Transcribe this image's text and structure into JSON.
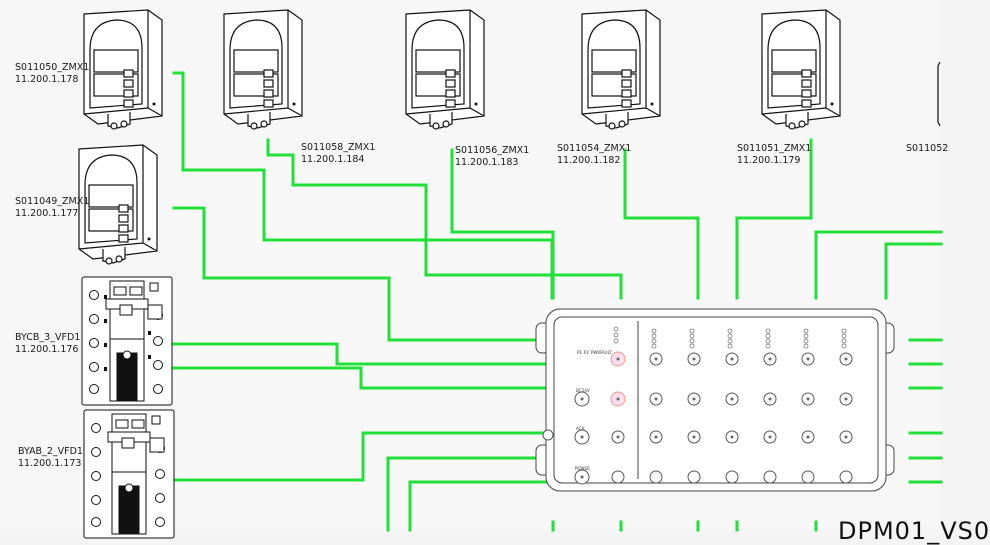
{
  "accent": "#22e03a",
  "devices": [
    {
      "name": "S011050_ZMX1",
      "ip": "11.200.1.178"
    },
    {
      "name": "S011058_ZMX1",
      "ip": "11.200.1.184"
    },
    {
      "name": "S011056_ZMX1",
      "ip": "11.200.1.183"
    },
    {
      "name": "S011054_ZMX1",
      "ip": "11.200.1.182"
    },
    {
      "name": "S011051_ZMX1",
      "ip": "11.200.1.179"
    },
    {
      "name": "S011052",
      "ip": ""
    },
    {
      "name": "S011049_ZMX1",
      "ip": "11.200.1.177"
    }
  ],
  "drives": [
    {
      "name": "BYCB_3_VFD1",
      "ip": "11.200.1.176"
    },
    {
      "name": "BYAB_2_VFD1",
      "ip": "11.200.1.173"
    }
  ],
  "dpm": {
    "title": "DPM01_VS0",
    "labels": {
      "p1": "P1",
      "p2": "P2",
      "pw": "PWR",
      "fault": "FAULT",
      "v24": "DC24V",
      "aca": "ACA",
      "power": "POWER"
    }
  }
}
